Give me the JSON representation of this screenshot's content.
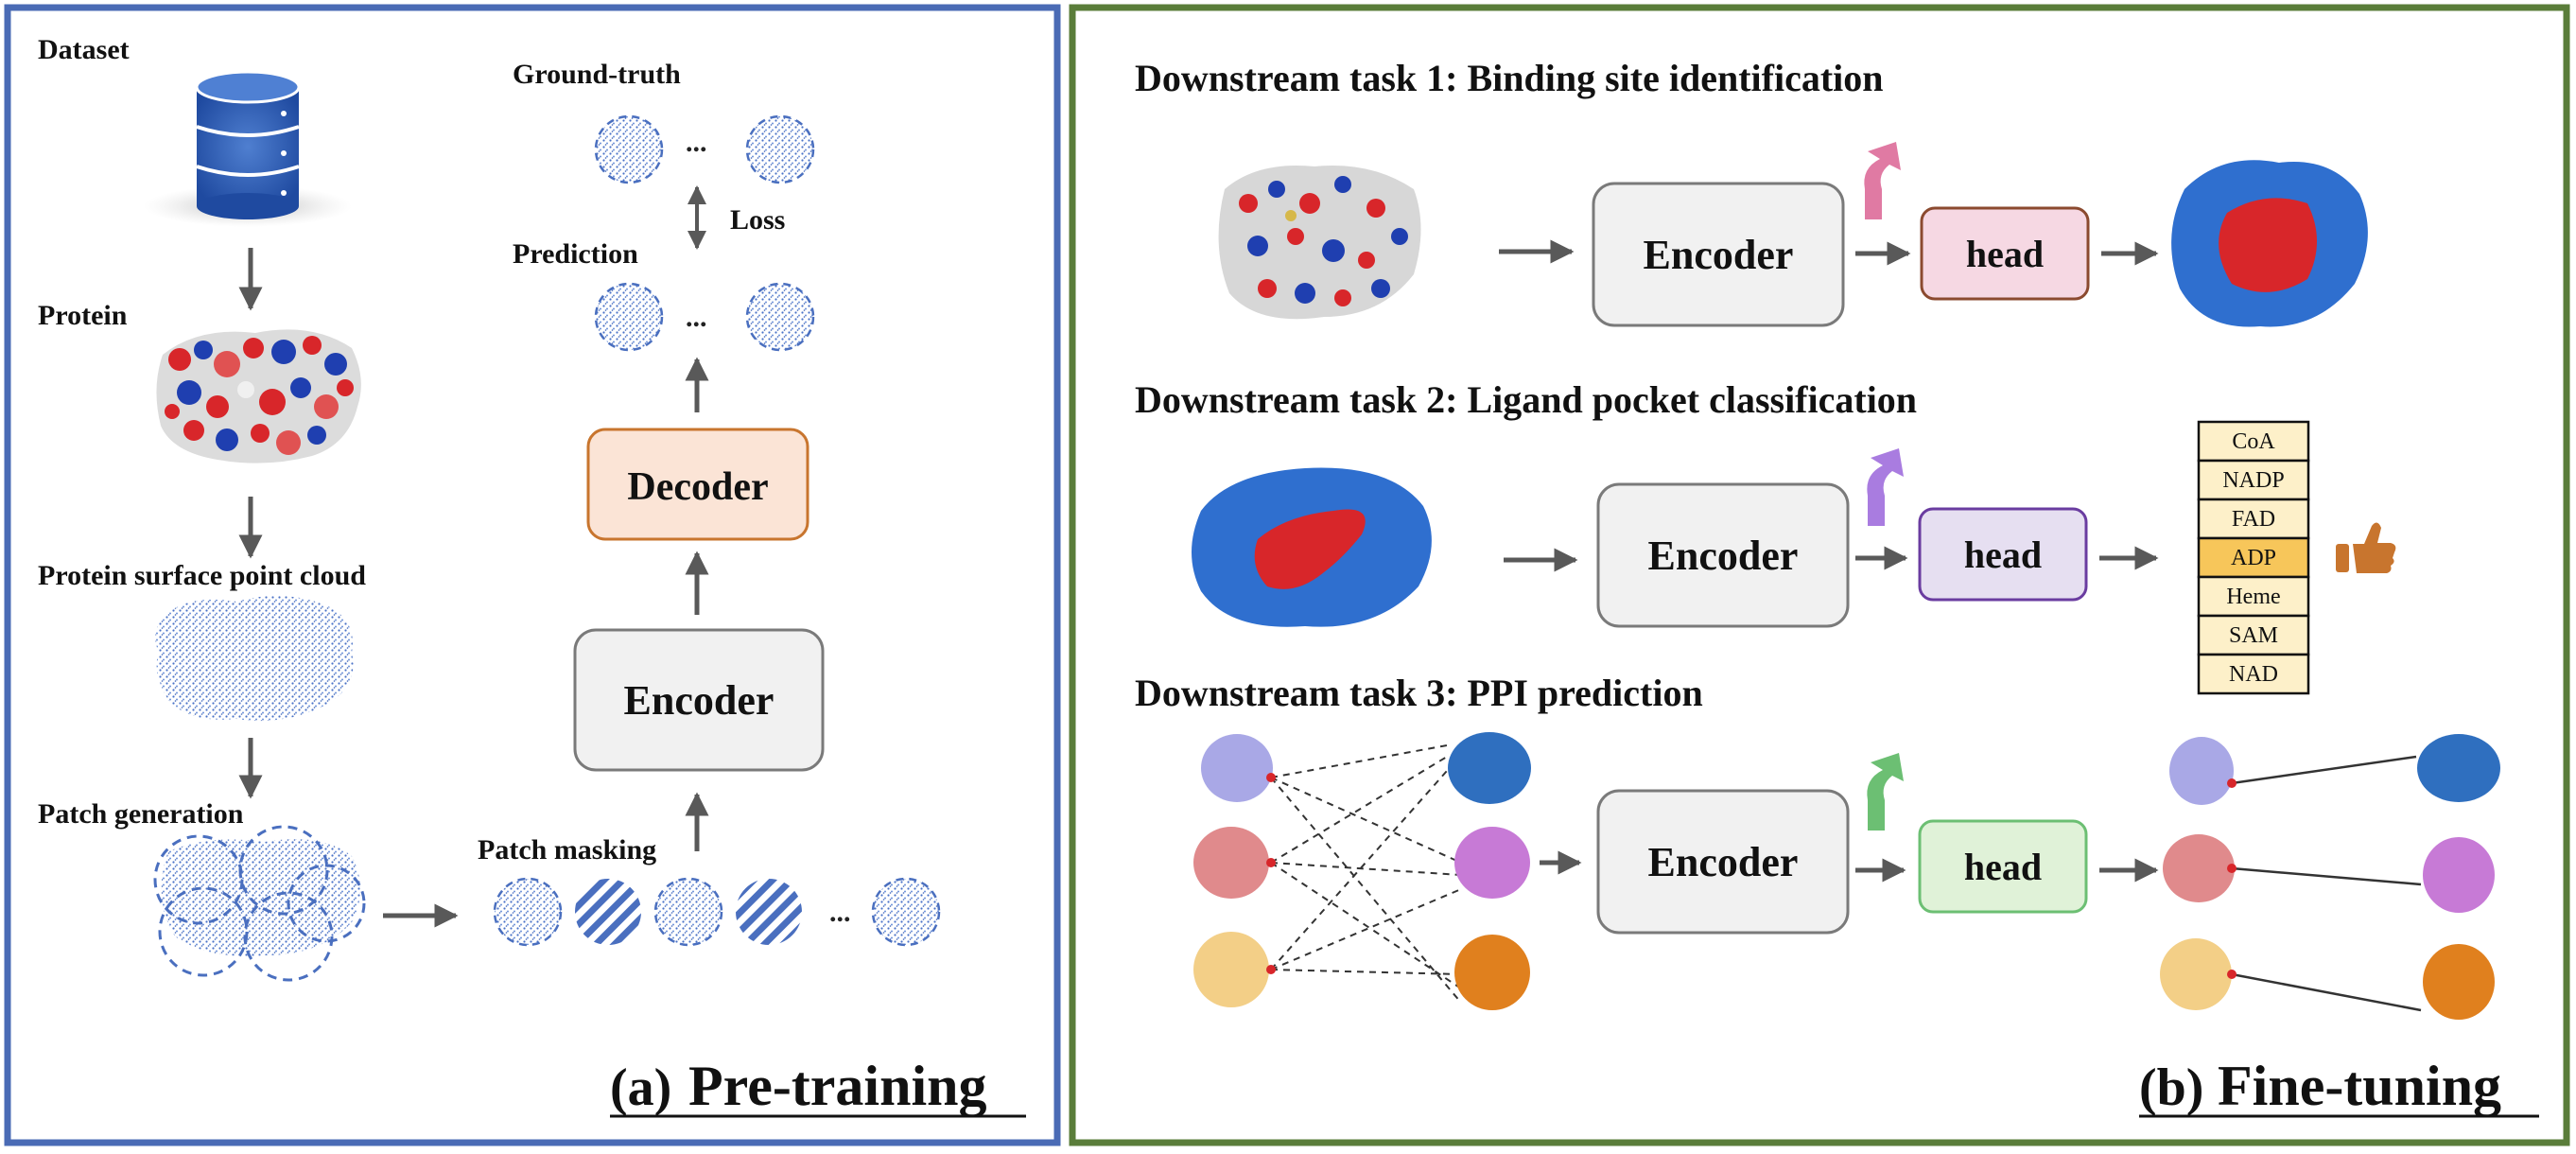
{
  "pretraining": {
    "labels": {
      "dataset": "Dataset",
      "protein": "Protein",
      "point_cloud": "Protein surface point cloud",
      "patch_generation": "Patch generation",
      "patch_masking": "Patch masking",
      "ground_truth": "Ground-truth",
      "prediction": "Prediction",
      "loss": "Loss",
      "ellipsis": "..."
    },
    "decoder_label": "Decoder",
    "encoder_label": "Encoder",
    "panel_tag": "(a)",
    "panel_title": "Pre-training"
  },
  "finetuning": {
    "task1_title": "Downstream task 1: Binding site identification",
    "task2_title": "Downstream task 2: Ligand pocket classification",
    "task3_title": "Downstream task 3: PPI prediction",
    "encoder_label": "Encoder",
    "head_label": "head",
    "ligands": [
      "CoA",
      "NADP",
      "FAD",
      "ADP",
      "Heme",
      "SAM",
      "NAD"
    ],
    "selected_ligand": "ADP",
    "panel_tag": "(b)",
    "panel_title": "Fine-tuning"
  },
  "colors": {
    "left_border": "#4a6bb5",
    "right_border": "#5a7d3a",
    "protein_blue": "#2f6fcf",
    "protein_red": "#d8262a",
    "head1": "#f6d8e3",
    "head2": "#e6dff1",
    "head3": "#e0f2d8",
    "decoder": "#fbe4d6",
    "ligand_cell": "#fdf0c9",
    "ligand_selected": "#f7c65a",
    "arrow_pink": "#e07aa3",
    "arrow_purple": "#a97ce0",
    "arrow_green": "#6cbf73",
    "thumb": "#c8752e"
  },
  "icons": {
    "database": "database-icon",
    "thumb": "thumbs-up-icon"
  }
}
